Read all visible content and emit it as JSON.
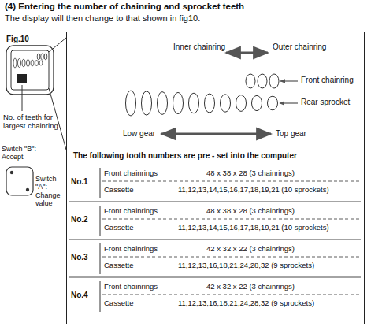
{
  "diagram": {
    "title": "(4) Entering the number of chainring and sprocket teeth",
    "nodes": [
      {
        "text": [
          "The following tooth numbers are pre - set into the computer"
        ]
      }
    ],
    "labels": [
      "The display will then change to that shown in fig10.",
      "Fig.10",
      "Inner chainring",
      "Outer chainring",
      "Front chainring",
      "Rear sprocket",
      "Low gear",
      "Top gear",
      "No. of teeth for largest chainring",
      "Switch \"B\": Accept",
      "Switch \"A\": Change value",
      "No.1",
      "Front chainrings",
      "48 x 38 x 28 (3 chainrings)",
      "Cassette",
      "11,12,13,14,15,16,17,18,19,21 (10 sprockets)",
      "No.2",
      "Front chainrings",
      "48 x 38 x 28 (3 chainrings)",
      "Cassette",
      "11,12,13,14,15,16,17,18,19,21 (10 sprockets)",
      "No.3",
      "Front chainrings",
      "42 x 32 x 22 (3 chainrings)",
      "Cassette",
      "11,12,13,16,18,21,24,28,32 (9 sprockets)",
      "No.4",
      "Front chainrings",
      "42 x 32 x 22 (3 chainrings)",
      "Cassette",
      "11,12,13,16,18,21,24,28,32 (9 sprockets)"
    ]
  }
}
